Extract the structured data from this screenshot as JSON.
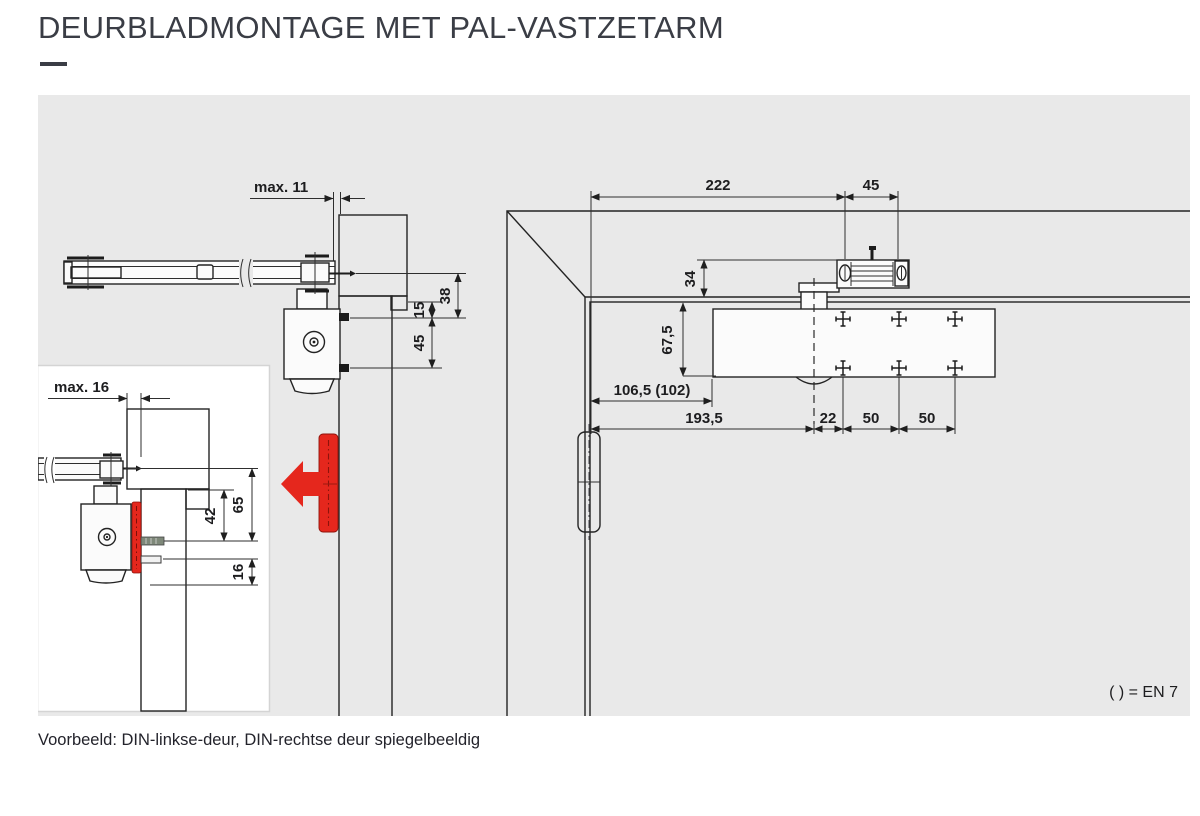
{
  "title": "DEURBLADMONTAGE MET PAL-VASTZETARM",
  "footer": {
    "caption": "Voorbeeld: DIN-linkse-deur, DIN-rechtse deur spiegelbeeldig"
  },
  "legend": {
    "en7": "( ) = EN 7"
  },
  "colors": {
    "accent_red": "#e5271d",
    "diagram_bg": "#e9e9e9",
    "frame_gray": "#a8a8a8",
    "door_gray": "#b3b3b3"
  },
  "side_view": {
    "label_max": "max. 11",
    "d38": "38",
    "d15": "15",
    "d45": "45"
  },
  "inset_view": {
    "label_max": "max. 16",
    "d65": "65",
    "d42": "42",
    "d16": "16"
  },
  "front_view": {
    "d222": "222",
    "d45": "45",
    "d34": "34",
    "d675": "67,5",
    "d1065": "106,5 (102)",
    "d1935": "193,5",
    "d22": "22",
    "d50a": "50",
    "d50b": "50"
  }
}
